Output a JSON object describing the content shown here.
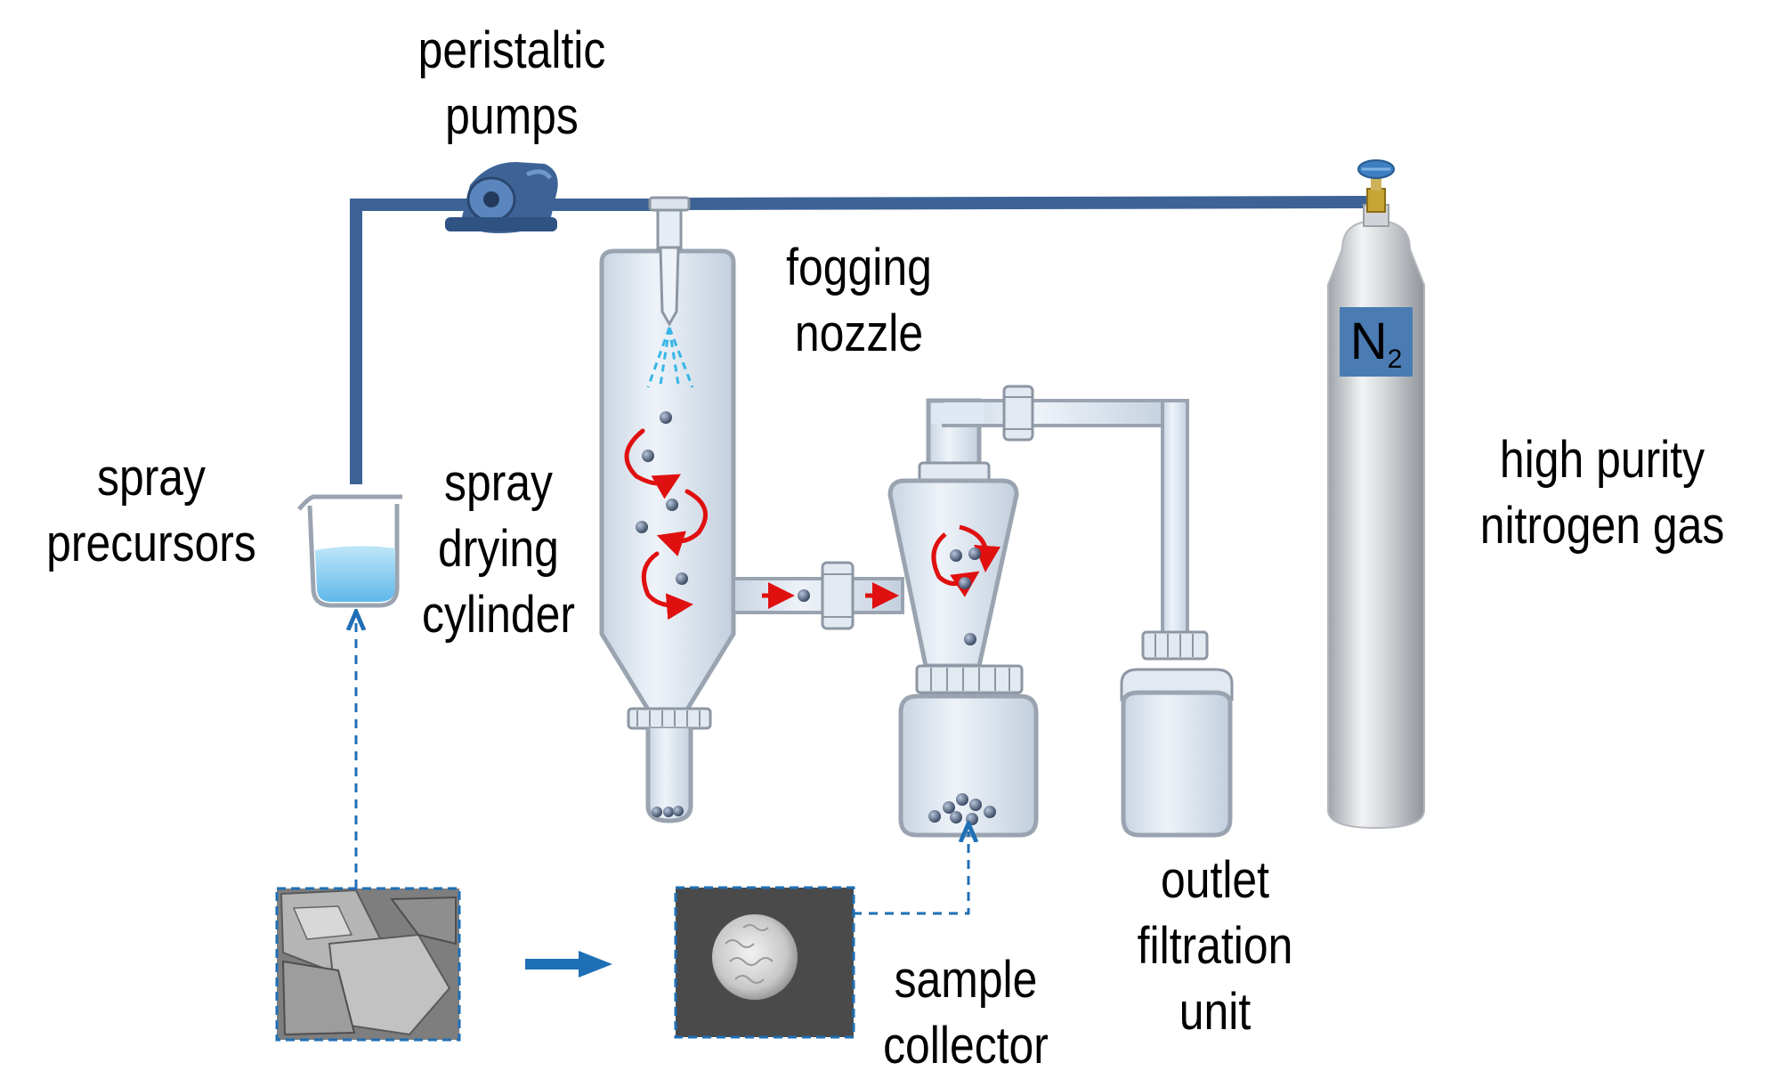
{
  "labels": {
    "peristaltic_pumps": [
      "peristaltic",
      "pumps"
    ],
    "fogging_nozzle": [
      "fogging",
      "nozzle"
    ],
    "spray_precursors": [
      "spray",
      "precursors"
    ],
    "spray_drying_cylinder": [
      "spray",
      "drying",
      "cylinder"
    ],
    "high_purity_nitrogen": [
      "high purity",
      "nitrogen gas"
    ],
    "outlet_filtration_unit": [
      "outlet",
      "filtration",
      "unit"
    ],
    "sample_collector": [
      "sample",
      "collector"
    ],
    "n2_main": "N",
    "n2_sub": "2"
  },
  "colors": {
    "pipe": "#3d6396",
    "glass_fill": "#dfe7f2",
    "glass_stroke": "#9aa4b0",
    "swirl_arrow": "#e01010",
    "flow_arrow": "#e01010",
    "spray_mist": "#38b6e6",
    "liquid": "#7fc9ef",
    "dashed_link": "#1f6fb5",
    "tag": "#4a7cb3",
    "cylinder": "#c9cdd2"
  },
  "icons": {
    "pump": "peristaltic-pump-icon",
    "valve": "gas-valve-icon",
    "beaker": "beaker-icon",
    "sem_before": "sem-flake-image",
    "sem_after": "sem-sphere-image"
  }
}
